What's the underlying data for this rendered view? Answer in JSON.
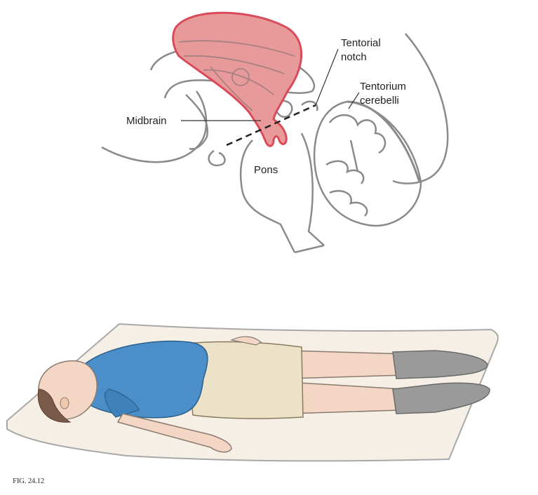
{
  "figure": {
    "top_panel": {
      "labels": {
        "tentorial_notch": "Tentorial\nnotch",
        "tentorial_notch_line1": "Tentorial",
        "tentorial_notch_line2": "notch",
        "tentorium_line1": "Tentorium",
        "tentorium_line2": "cerebelli",
        "midbrain": "Midbrain",
        "pons": "Pons"
      },
      "colors": {
        "herniation_fill": "#e89a9a",
        "herniation_stroke": "#d94a5a",
        "outline": "#8a8a8a",
        "dashed_line": "#222222"
      }
    },
    "bottom_panel": {
      "description": "Patient lying supine on a mat",
      "colors": {
        "shirt": "#4a8fc9",
        "shorts": "#ece2c8",
        "skin": "#f3d7c4",
        "socks": "#9a9a9a",
        "mat": "#f6efe6",
        "hair": "#7a5a48"
      }
    },
    "caption": "FIG. 24.12"
  }
}
